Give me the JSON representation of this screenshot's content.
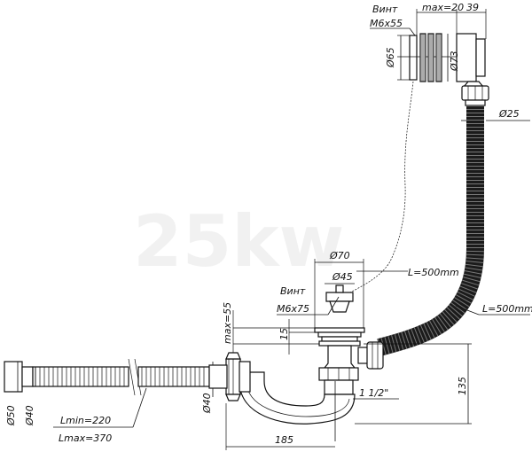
{
  "labels": {
    "screw_top_title": "Винт",
    "screw_top_size": "M6x55",
    "max_top": "max=20",
    "dim_39": "39",
    "d65": "Ø65",
    "d73": "Ø73",
    "d25": "Ø25",
    "d70": "Ø70",
    "d45": "Ø45",
    "chain_len": "L=500mm",
    "hose_len": "L=500mm",
    "screw_mid_title": "Винт",
    "screw_mid_size": "M6x75",
    "max_mid": "max=55",
    "dim_15": "15",
    "thread": "1 1/2\"",
    "dim_135": "135",
    "dim_185": "185",
    "d50": "Ø50",
    "d40_left": "Ø40",
    "d40_right": "Ø40",
    "lmin": "Lmin=220",
    "lmax": "Lmax=370"
  },
  "watermark": "25kw"
}
